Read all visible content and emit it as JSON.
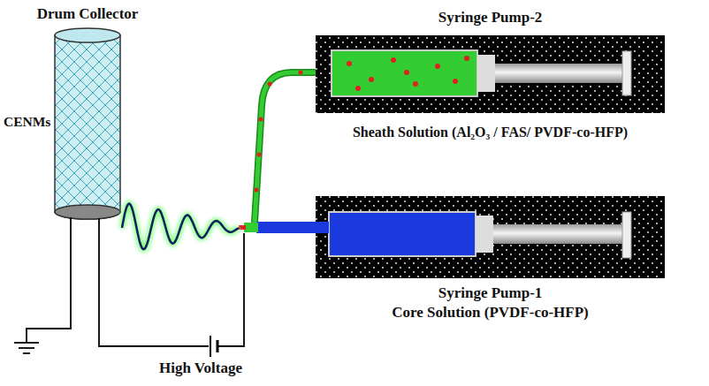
{
  "diagram": {
    "nodes": [
      {
        "text": [
          "Drum Collector"
        ]
      },
      {
        "text": [
          "Syringe Pump-2",
          "Sheath Solution (Al₂O₃ / FAS/ PVDF-co-HFP)"
        ]
      },
      {
        "text": [
          "Syringe Pump-1",
          "Core Solution (PVDF-co-HFP)"
        ]
      }
    ],
    "labels": [
      "CENMs",
      "High Voltage"
    ]
  }
}
